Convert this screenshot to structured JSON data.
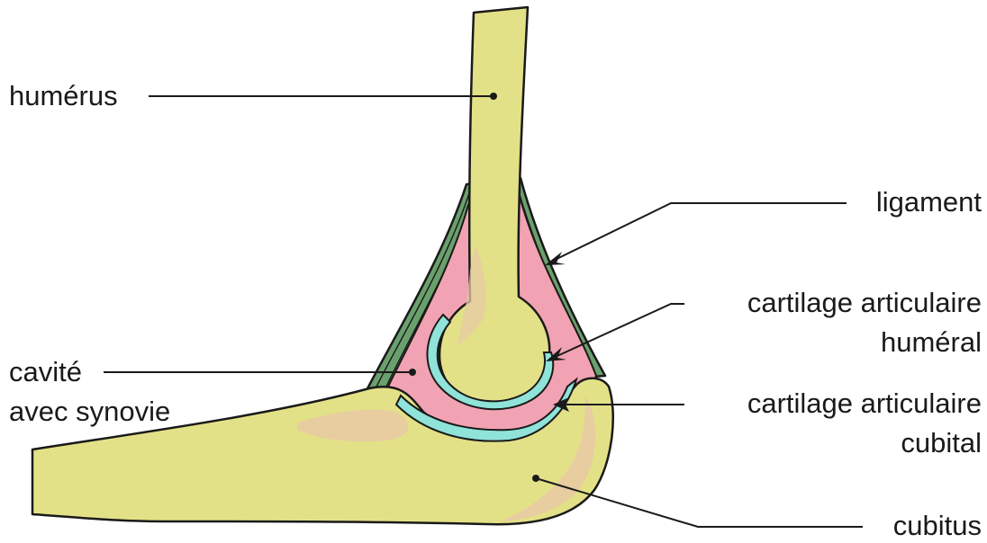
{
  "labels": {
    "humerus": "humérus",
    "ligament": "ligament",
    "cartilage_humeral_line1": "cartilage articulaire",
    "cartilage_humeral_line2": "huméral",
    "cavity_line1": "cavité",
    "cavity_line2": "avec synovie",
    "cartilage_cubital_line1": "cartilage articulaire",
    "cartilage_cubital_line2": "cubital",
    "cubitus": "cubitus"
  },
  "colors": {
    "bone": "#e3e187",
    "bone_shade": "#e7c9a4",
    "ligament": "#6aa06c",
    "synovial_cavity": "#f2a3b3",
    "cartilage": "#8fe3d9",
    "outline": "#1a1a1a",
    "text": "#1a1a1a",
    "background": "#ffffff"
  }
}
